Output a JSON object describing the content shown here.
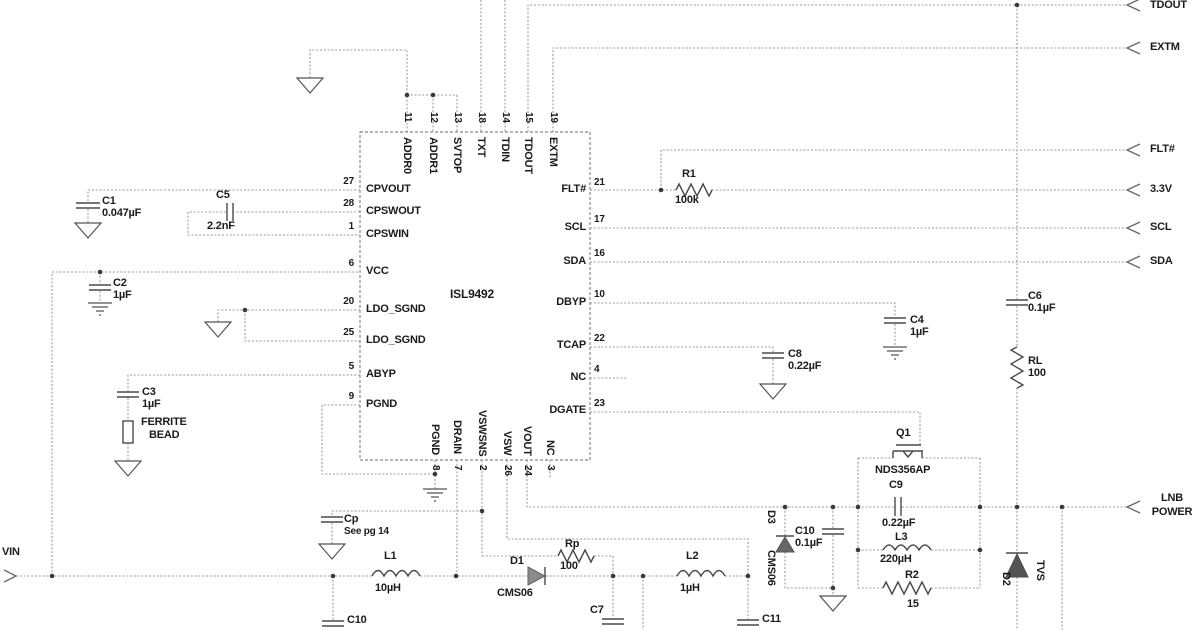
{
  "schematic": {
    "ic": {
      "part": "ISL9492",
      "left_pins": [
        {
          "num": "27",
          "name": "CPVOUT"
        },
        {
          "num": "28",
          "name": "CPSWOUT"
        },
        {
          "num": "1",
          "name": "CPSWIN"
        },
        {
          "num": "6",
          "name": "VCC"
        },
        {
          "num": "20",
          "name": "LDO_SGND"
        },
        {
          "num": "25",
          "name": "LDO_SGND"
        },
        {
          "num": "5",
          "name": "ABYP"
        },
        {
          "num": "9",
          "name": "PGND"
        }
      ],
      "right_pins": [
        {
          "num": "21",
          "name": "FLT#"
        },
        {
          "num": "17",
          "name": "SCL"
        },
        {
          "num": "16",
          "name": "SDA"
        },
        {
          "num": "10",
          "name": "DBYP"
        },
        {
          "num": "22",
          "name": "TCAP"
        },
        {
          "num": "4",
          "name": "NC"
        },
        {
          "num": "23",
          "name": "DGATE"
        }
      ],
      "top_pins": [
        {
          "num": "11",
          "name": "ADDR0"
        },
        {
          "num": "12",
          "name": "ADDR1"
        },
        {
          "num": "13",
          "name": "SVTOP"
        },
        {
          "num": "18",
          "name": "TXT"
        },
        {
          "num": "14",
          "name": "TDIN"
        },
        {
          "num": "15",
          "name": "TDOUT"
        },
        {
          "num": "19",
          "name": "EXTM"
        }
      ],
      "bottom_pins": [
        {
          "num": "8",
          "name": "PGND"
        },
        {
          "num": "7",
          "name": "DRAIN"
        },
        {
          "num": "2",
          "name": "VSWSNS"
        },
        {
          "num": "26",
          "name": "VSW"
        },
        {
          "num": "24",
          "name": "VOUT"
        },
        {
          "num": "3",
          "name": "NC"
        }
      ]
    },
    "ports": {
      "vin": "VIN",
      "tdout": "TDOUT",
      "extm": "EXTM",
      "flt": "FLT#",
      "v33": "3.3V",
      "scl": "SCL",
      "sda": "SDA",
      "lnb_line1": "LNB",
      "lnb_line2": "POWER"
    },
    "components": {
      "c1": {
        "ref": "C1",
        "value": "0.047µF"
      },
      "c5": {
        "ref": "C5",
        "value": "2.2nF"
      },
      "c2": {
        "ref": "C2",
        "value": "1µF"
      },
      "c3": {
        "ref": "C3",
        "value": "1µF"
      },
      "ferrite": {
        "line1": "FERRITE",
        "line2": "BEAD"
      },
      "cp": {
        "ref": "Cp",
        "value": "See pg 14"
      },
      "c10_in": {
        "ref": "C10"
      },
      "l1": {
        "ref": "L1",
        "value": "10µH"
      },
      "d1": {
        "ref": "D1",
        "value": "CMS06"
      },
      "rp": {
        "ref": "Rp",
        "value": "100"
      },
      "c7": {
        "ref": "C7"
      },
      "l2": {
        "ref": "L2",
        "value": "1µH"
      },
      "c11": {
        "ref": "C11"
      },
      "d3": {
        "ref": "D3",
        "value": "CMS06"
      },
      "c10_out": {
        "ref": "C10",
        "value": "0.1µF"
      },
      "c8": {
        "ref": "C8",
        "value": "0.22µF"
      },
      "c4": {
        "ref": "C4",
        "value": "1µF"
      },
      "r1": {
        "ref": "R1",
        "value": "100k"
      },
      "c6": {
        "ref": "C6",
        "value": "0.1µF"
      },
      "rl": {
        "ref": "RL",
        "value": "100"
      },
      "d2": {
        "ref": "D2",
        "value": "TVS"
      },
      "q1": {
        "ref": "Q1",
        "value": "NDS356AP"
      },
      "c9": {
        "ref": "C9",
        "value": "0.22µF"
      },
      "l3": {
        "ref": "L3",
        "value": "220µH"
      },
      "r2": {
        "ref": "R2",
        "value": "15"
      }
    }
  }
}
